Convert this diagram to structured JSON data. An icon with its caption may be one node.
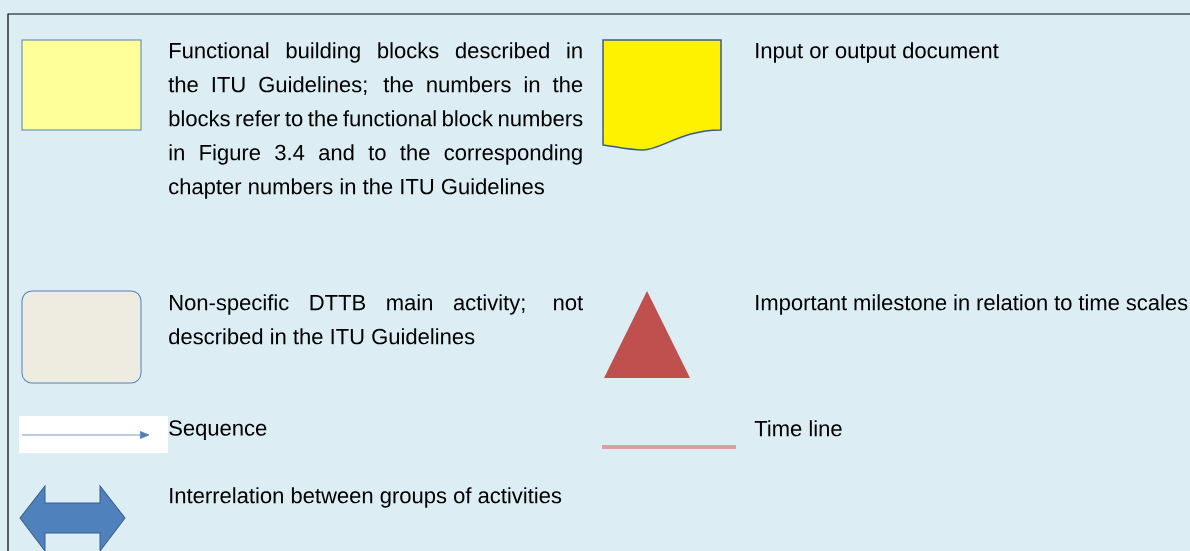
{
  "diagram": {
    "legend": [
      {
        "text": "Functional building blocks described in the ITU Guidelines; the numbers in the blocks refer to the functional block numbers in Figure 3.4 and to the corresponding chapter numbers in the ITU Guidelines",
        "color": "#ffff99"
      },
      {
        "text": "Input or output document"
      },
      {
        "text": "Non-specific DTTB main activity; not described in the ITU Guidelines",
        "color": "#eeebe0"
      },
      {
        "text": "Important milestone in relation to time scales"
      },
      {
        "text": "Sequence"
      },
      {
        "text": "Time line"
      },
      {
        "text": "Interrelation between groups of activities"
      }
    ]
  }
}
